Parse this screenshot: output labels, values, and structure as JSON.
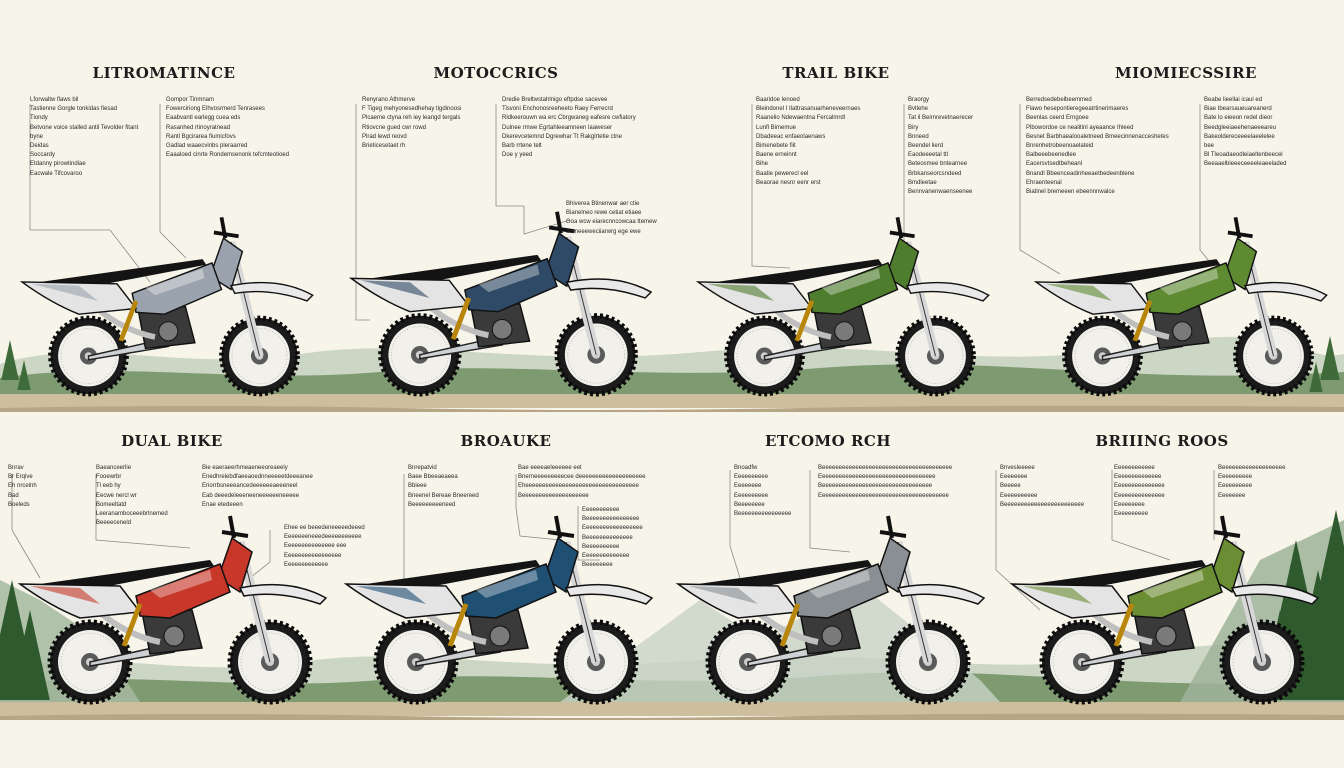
{
  "panels": [
    {
      "title": "LITROMATINCE",
      "accent": "#9aa3ad",
      "notes": [
        [
          "Lforwaltw flaws bil",
          "Tastienne Gorgle tonkidas fiesad",
          "Tiondy",
          "Betvone voice stalled antil Tevolder fitant",
          "byne",
          "Deidas",
          "Soccardy",
          "Etdanny pirowtindiae",
          "Eacwale Tifcovaroo"
        ],
        [
          "Gompor Tinmnam",
          "Fowerciriong Elhvosrmerd Tenrasees",
          "Eaabvantl earlegg cuea eds",
          "Rasanhed rtinoyratnead",
          "Rantl Bgcirarea fiumicfovs",
          "Gadlad waaecvinbs pleraarred",
          "Eaaaloed cinrte Rondemsenonk tefcmteotioed"
        ]
      ]
    },
    {
      "title": "MOTOCCRICS",
      "accent": "#2f4a66",
      "notes": [
        [
          "Renyrano Athmerve",
          "F Tigeg mehyonesedhehay tigdinoosi",
          "Plcaeme ctyna reh iey leangd tergals",
          "Rtiovcne gued cwr rowd",
          "Plrad lewd reovd",
          "Brieticesetaet rh"
        ],
        [
          "Dredie Breltwstahlnigo eftpdse sacevee",
          "Tisvoni Enchonosreeheeto Raey Ferrecrd",
          "Rldkeerouwn wa erc Cbrgwaneg eafesre cwfiatory",
          "Dulnee rmwe Egrtahleeamneen laaweser",
          "Dkerevcetemnd Dgrewhar Tt Rakglrtetie ctne",
          "Barb rrtene telt",
          "Doe y yeed"
        ],
        [
          "Bhiverea Btinenwar aer ctie",
          "Bianelneo rewe cetiat etiaee",
          "Goa wcw eiarecnncowcaa ttemew",
          "aorneeeweciiarwrg ege ewe"
        ]
      ]
    },
    {
      "title": "TRAIL BIKE",
      "accent": "#4f7d2e",
      "notes": [
        [
          "Baaridoe lenoed",
          "Bleindonel I Ilattrasanuarheneveernaes",
          "Raanelio Ndewaentna Fercalmrdl",
          "Lunfl Bimemue",
          "Dbadeeac enfaeolaenaws",
          "Bimenebete fiit",
          "Baene erneinnt",
          "Bihe",
          "Baatie pewerecl eel",
          "Beaorae nesnr eenr erst"
        ],
        [
          "Braorgy",
          "Bvtlehe",
          "Tat il Beirnrevetnaerecer",
          "Biry",
          "Bnneed",
          "Beendel lierd",
          "Eaodeeeetal ttl",
          "Beteosmee bntearnee",
          "Brbkanseorcsndeed",
          "Bmdleetae",
          "Bennvanenwaenseenee"
        ]
      ]
    },
    {
      "title": "MIOMIECSSIRE",
      "accent": "#5e8a32",
      "notes": [
        [
          "Berredsedebelbeemmed",
          "Flawo hesepontieregeeatrtinerimaeres",
          "Beenlas ceerd Erngoee",
          "Plbowordoe ce nealitinl ayeaance Ihleed",
          "Besnet Barbhaealooaletneed Bmeecinnenacceshetes",
          "Bnrenhetrobeenoaelateid",
          "Balbeeebeenedlee",
          "Eacersvtsedtbeheanl",
          "Bnandl Bbeenceadinheeaetbedeenblene",
          "Ehraenteenal",
          "Biatinel bremeeen ebeennnwalce"
        ],
        [
          "Beabe lieellai icaul ed",
          "Biae Ibearsaueuareanerd",
          "Bate lo eieeon redel dieor",
          "Beedgleeiaeehenaeeeareu",
          "Bakeoldereceeeelaeelelee",
          "bee",
          "Bl Tleoadaeodleiaeltenbeecel",
          "Beeaaelbleeeceeeeleaeeladed"
        ]
      ]
    },
    {
      "title": "DUAL BIKE",
      "accent": "#c7382a",
      "notes": [
        [
          "Bnrav",
          "Br Erqlve",
          "Eh nrcelnh",
          "Bad",
          "Boeleds"
        ],
        [
          "Baeanceerlie",
          "Fooewrbr",
          "Tl eeb hy",
          "Eecwe nercl wr",
          "Bomeeltatd",
          "Leeranamboceeebrlnemed",
          "Beeeeceneld"
        ],
        [
          "Bie eaeraeerhmeaeneeoreaeely",
          "Enedhrelebdfaeeaoednneeeeetdeeeanee",
          "Eriorrbsneeeancedeeeeeeaeeeneel",
          "Eab deeedeleeeneeneeeeeeneeeee",
          "Enae etedeeen"
        ],
        [
          "Ehee ee beeedeneeeeedeeed",
          "Eeeeeeeneeedeeeeeeeeeee",
          "Eeeeeeeeeeeeeee eee",
          "Eeeeeeeeeeeeeeeee",
          "Eeeeeeeeeeeee"
        ]
      ]
    },
    {
      "title": "BROAUKE",
      "accent": "#1f4f73",
      "notes": [
        [
          "Bnrepatvid",
          "Baee Bbeeaeaeea",
          "Bbieee",
          "Bneenel Bereae Bneereed",
          "Beeeeeeeeeneed"
        ],
        [
          "Bae eeeeaeleeeeee eet",
          "Bnerneeeeeeeeecee deeeeeeeeeeeeeeeeeeee",
          "Eheeeeeeeeeeeeeeeeeeeeeeeeeeeeeeeeee",
          "Beeeeeeeeeeeeeeeeeeee"
        ],
        [
          "Eeeeeeeeeee",
          "Beeeeeeeeeeeeeeee",
          "Eeeeeeeeeeeeeeeeee",
          "Beeeeeeeeeeeeee",
          "Beeeeeeeeee",
          "Eeeeeeeeeeeeee",
          "Beeeeeeee"
        ]
      ]
    },
    {
      "title": "ETCOMO RCH",
      "accent": "#8a8f94",
      "notes": [
        [
          "Bnoadfw",
          "Eeeeeeeeee",
          "Eeeeeeee",
          "Eeeeeeeeee",
          "Beeeeeeee",
          "Beeeeeeeeeeeeeeee"
        ],
        [
          "Beeeeeeeeeeeeeeeeeeeeeeeeeeeeeeeeeeeeeee",
          "Eeeeeeeeeeeeeeeeeeeeeeeeeeeeeeeeeee",
          "Beeeeeeeeeeeeeeeeeeeeeeeeeeeeeeeee",
          "Eeeeeeeeeeeeeeeeeeeeeeeeeeeeeeeeeeeeeee"
        ]
      ]
    },
    {
      "title": "BRIIING ROOS",
      "accent": "#6b8d34",
      "notes": [
        [
          "Bnvesleeeee",
          "Eeeeeeee",
          "Beeeee",
          "Eeeeeeeeeee",
          "Beeeeeeeeeeeeeeeeeeeeeeee"
        ],
        [
          "Eeeeeeeeeeee",
          "Eeeeeeeeeeeeee",
          "Eeeeeeeeeeeeeee",
          "Eeeeeeeeeeeeeee",
          "Eeeeeeeee",
          "Eeeeeeeeee"
        ],
        [
          "Beeeeeeeeeeeeeeeeeee",
          "Eeeeeeeeee",
          "Eeeeeeeeee",
          "Eeeeeeee"
        ]
      ]
    }
  ]
}
